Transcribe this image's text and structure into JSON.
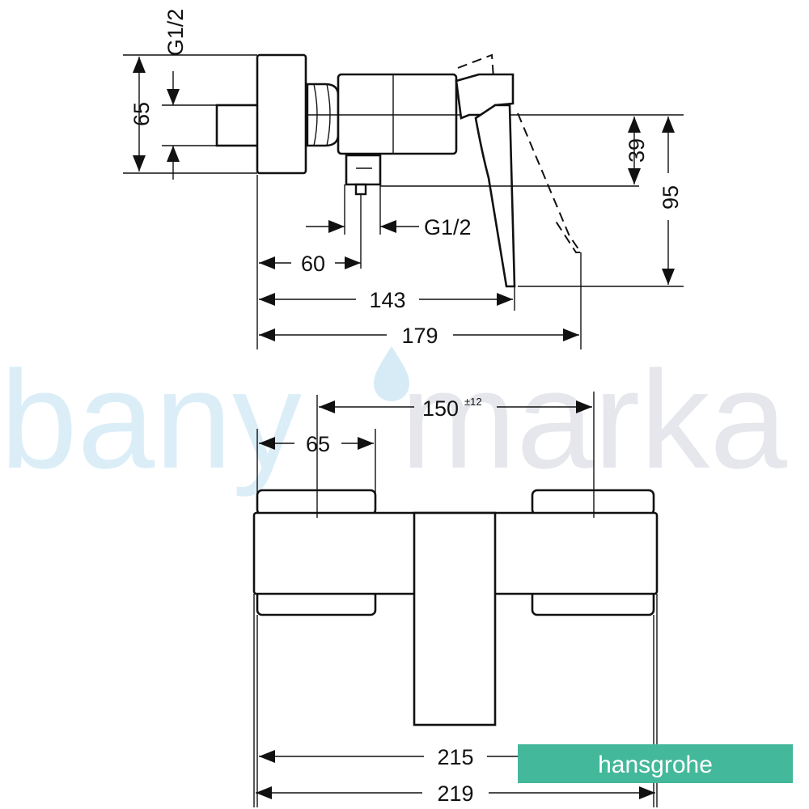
{
  "watermark": {
    "left_text": "bany",
    "right_text": "marka",
    "left_color": "#dbeef8",
    "right_color": "#e6e7ec",
    "drop_color": "#d6ebf6"
  },
  "brand": {
    "label": "hansgrohe",
    "color": "#44b89a"
  },
  "side_view": {
    "dim_g12_vertical": "G1/2",
    "dim_65_vertical": "65",
    "dim_39": "39",
    "dim_95": "95",
    "dim_g12_horizontal": "G1/2",
    "dim_60": "60",
    "dim_143": "143",
    "dim_179": "179"
  },
  "front_view": {
    "dim_150": "150",
    "dim_150_tolerance": "±12",
    "dim_65": "65",
    "dim_215": "215",
    "dim_219": "219"
  }
}
